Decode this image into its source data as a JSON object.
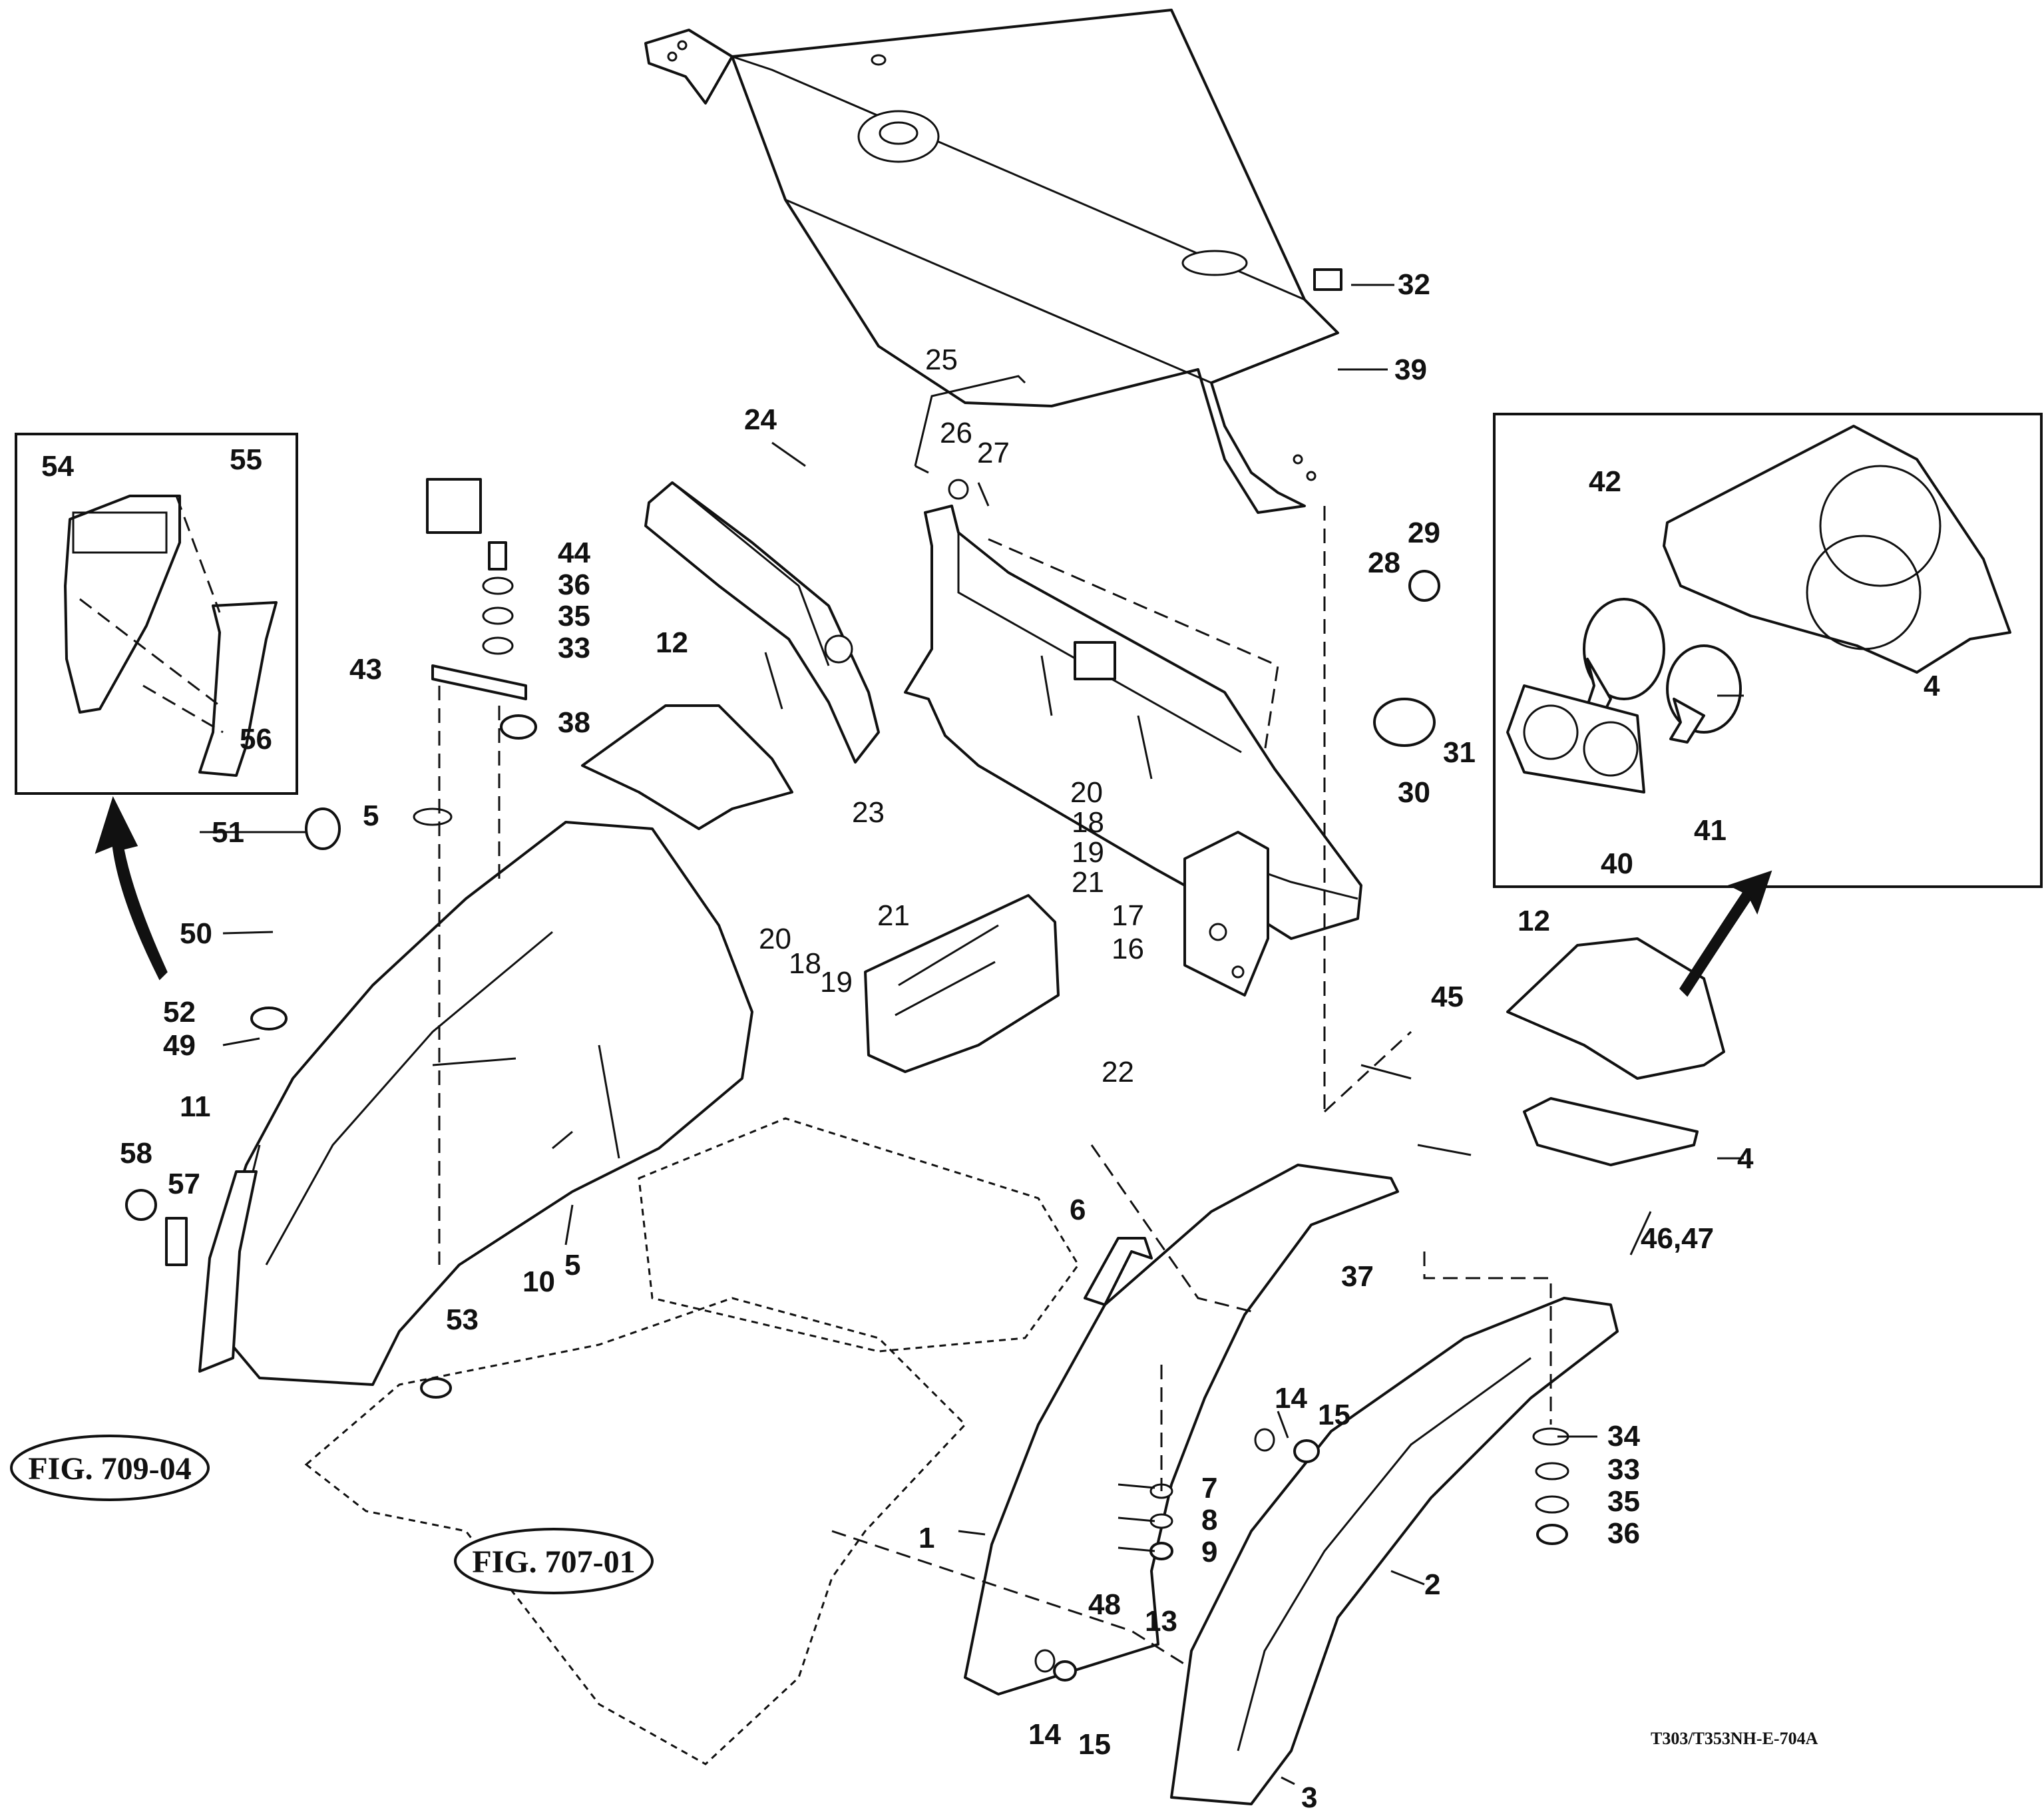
{
  "callouts": {
    "c1": "1",
    "c2": "2",
    "c3": "3",
    "c4a": "4",
    "c4b": "4",
    "c5a": "5",
    "c5b": "5",
    "c6": "6",
    "c7": "7",
    "c8": "8",
    "c9": "9",
    "c10": "10",
    "c11": "11",
    "c12a": "12",
    "c12b": "12",
    "c13": "13",
    "c14a": "14",
    "c14b": "14",
    "c15a": "15",
    "c15b": "15",
    "c16": "16",
    "c17": "17",
    "c18a": "18",
    "c18b": "18",
    "c19a": "19",
    "c19b": "19",
    "c20a": "20",
    "c20b": "20",
    "c21a": "21",
    "c21b": "21",
    "c22": "22",
    "c23": "23",
    "c24": "24",
    "c25": "25",
    "c26": "26",
    "c27": "27",
    "c28": "28",
    "c29": "29",
    "c30": "30",
    "c31": "31",
    "c32": "32",
    "c33a": "33",
    "c33b": "33",
    "c34": "34",
    "c35a": "35",
    "c35b": "35",
    "c36a": "36",
    "c36b": "36",
    "c37": "37",
    "c38": "38",
    "c39": "39",
    "c40": "40",
    "c41": "41",
    "c42": "42",
    "c43": "43",
    "c44": "44",
    "c45": "45",
    "c4647": "46,47",
    "c48": "48",
    "c49": "49",
    "c50": "50",
    "c51": "51",
    "c52": "52",
    "c53": "53",
    "c54": "54",
    "c55": "55",
    "c56": "56",
    "c57": "57",
    "c58": "58"
  },
  "references": {
    "fig_709": "FIG. 709-04",
    "fig_707": "FIG. 707-01"
  },
  "drawing_code": "T303/T353NH-E-704A",
  "colors": {
    "line": "#111111",
    "paper": "#ffffff"
  }
}
